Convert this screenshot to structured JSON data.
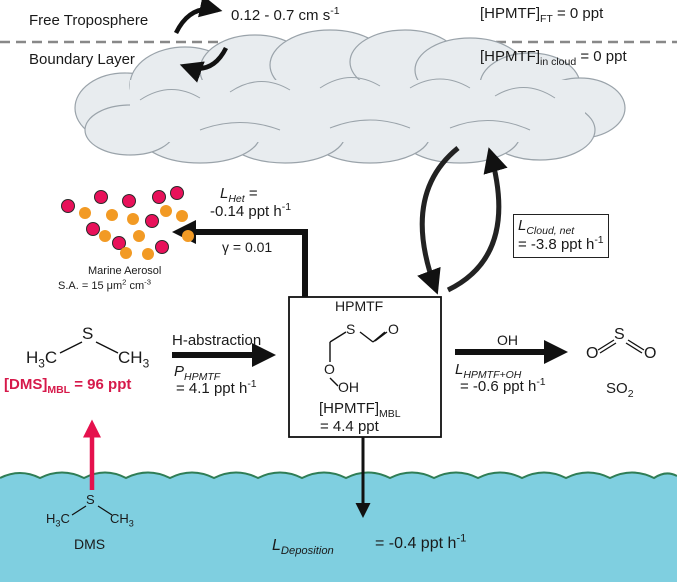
{
  "layers": {
    "free_troposphere": "Free Troposphere",
    "boundary_layer": "Boundary Layer"
  },
  "exchange": {
    "rate_prefix": "0.12 - 0.7 cm s",
    "rate_exp": "-1"
  },
  "concentrations": {
    "ft_prefix": "[HPMTF]",
    "ft_sub": "FT",
    "ft_value": " = 0 ppt",
    "cloud_prefix": "[HPMTF]",
    "cloud_sub": "in cloud",
    "cloud_value": " = 0 ppt",
    "mbl_prefix": "[HPMTF]",
    "mbl_sub": "MBL",
    "mbl_value": "= 4.4 ppt"
  },
  "het_loss": {
    "symbol": "L",
    "sub": "Het",
    "eq": " =",
    "value": "-0.14 ppt h",
    "exp": "-1",
    "gamma": "γ = 0.01"
  },
  "aerosol": {
    "name": "Marine Aerosol",
    "surface_area_prefix": "S.A. = 15 μm",
    "surface_area_exp1": "2",
    "surface_area_mid": " cm",
    "surface_area_exp2": "-3"
  },
  "cloud_loss": {
    "symbol": "L",
    "sub": "Cloud, net",
    "value": "= -3.8 ppt h",
    "exp": "-1"
  },
  "dms": {
    "formula_left": "H",
    "formula_left_sub": "3",
    "formula_left_rest": "C",
    "formula_s": "S",
    "formula_right": "CH",
    "formula_right_sub": "3",
    "conc_prefix": "[DMS]",
    "conc_sub": "MBL",
    "conc_value": " = 96 ppt",
    "bottom_label": "DMS"
  },
  "production": {
    "process": "H-abstraction",
    "symbol": "P",
    "sub": "HPMTF",
    "value": "= 4.1 ppt h",
    "exp": "-1"
  },
  "hpmtf": {
    "name": "HPMTF",
    "s_atom": "S",
    "o_atom1": "O",
    "o_atom2": "O",
    "oh": "OH"
  },
  "oh_loss": {
    "reactant": "OH",
    "symbol": "L",
    "sub": "HPMTF+OH",
    "value": "= -0.6 ppt h",
    "exp": "-1"
  },
  "so2": {
    "s_atom": "S",
    "o_atom": "O",
    "label_prefix": "SO",
    "label_sub": "2"
  },
  "deposition": {
    "symbol": "L",
    "sub": "Deposition",
    "value": " -0.4 ppt h",
    "prefix": "=",
    "exp": "-1"
  },
  "colors": {
    "ocean": "#7fcfe0",
    "wave": "#2f7d55",
    "cloud_fill": "#e8ecef",
    "cloud_stroke": "#9aa3aa",
    "arrow": "#111111",
    "dms_arrow": "#e5114d",
    "aerosol_red": "#e8115a",
    "aerosol_orange": "#f29a24"
  }
}
